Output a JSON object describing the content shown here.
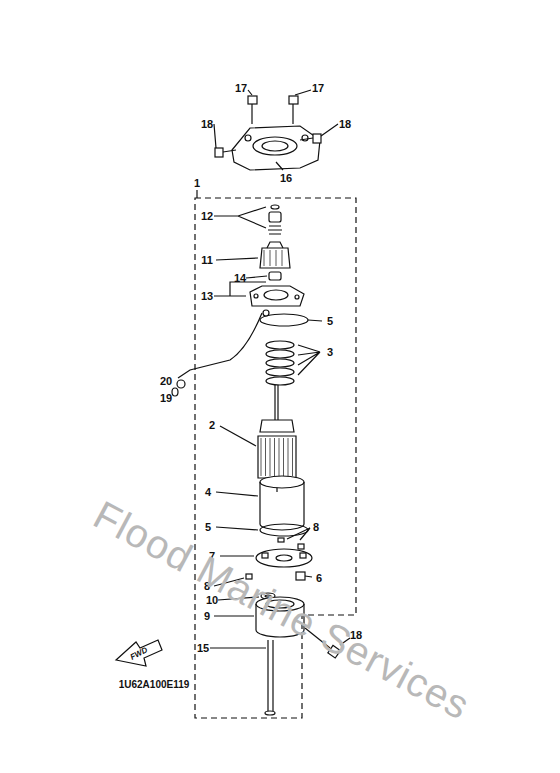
{
  "diagram": {
    "labels": [
      "17",
      "17",
      "18",
      "18",
      "16",
      "1",
      "12",
      "11",
      "14",
      "13",
      "5",
      "3",
      "20",
      "19",
      "2",
      "4",
      "5",
      "8",
      "7",
      "6",
      "8",
      "10",
      "9",
      "15",
      "18",
      "FWD",
      "1U62A100E119",
      "Flood Marine Services"
    ]
  }
}
